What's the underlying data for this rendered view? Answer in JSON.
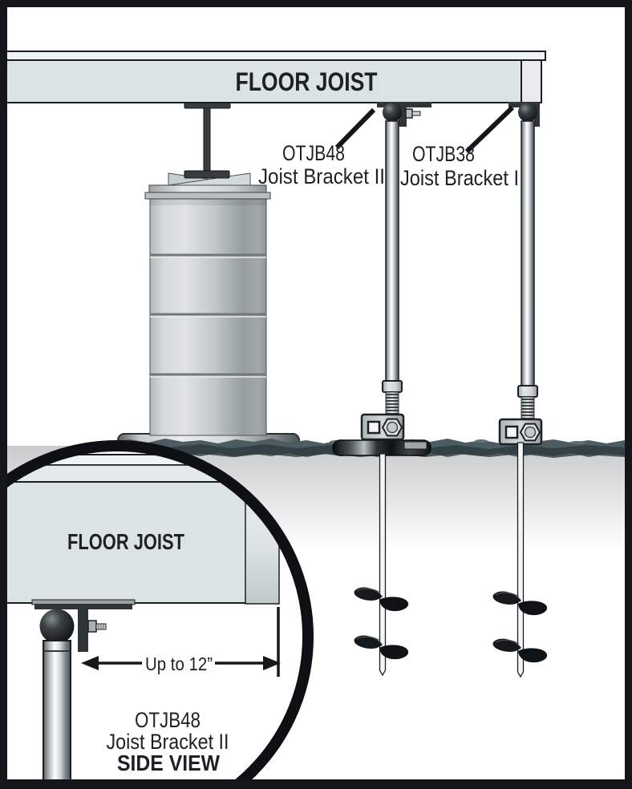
{
  "main_view": {
    "joist_label": "FLOOR JOIST",
    "labels": [
      {
        "code": "OTJB48",
        "name": "Joist Bracket II"
      },
      {
        "code": "OTJB38",
        "name": "Joist Bracket I"
      }
    ]
  },
  "inset_view": {
    "joist_label": "FLOOR JOIST",
    "dimension": "Up to 12”",
    "code": "OTJB48",
    "name": "Joist Bracket II",
    "view_label": "SIDE VIEW"
  },
  "colors": {
    "frame": "#141619",
    "joist_fill": "#dce3e3",
    "ground": "#4b5c62",
    "bracket_metal": "#2f3437",
    "label_text": "#1e2124"
  }
}
